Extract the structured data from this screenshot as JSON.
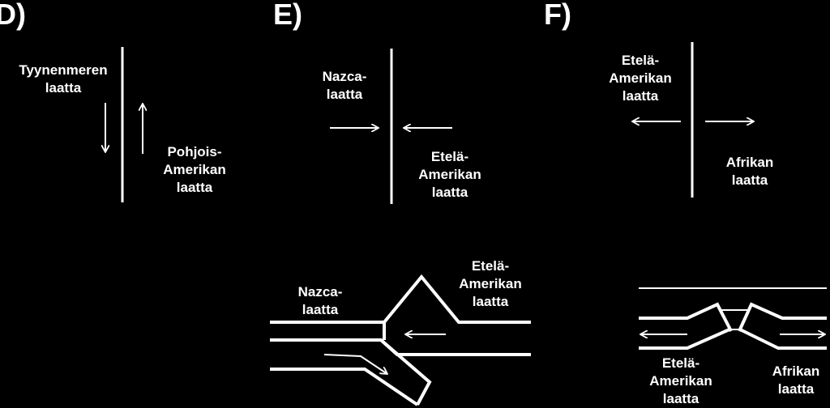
{
  "panels": {
    "d": {
      "letter": "D)",
      "left_plate": [
        "Tyynenmeren",
        "laatta"
      ],
      "right_plate": [
        "Pohjois-",
        "Amerikan",
        "laatta"
      ]
    },
    "e": {
      "letter": "E)",
      "left_plate": [
        "Nazca-",
        "laatta"
      ],
      "right_plate": [
        "Etelä-",
        "Amerikan",
        "laatta"
      ],
      "section_left_plate": [
        "Nazca-",
        "laatta"
      ],
      "section_right_plate": [
        "Etelä-",
        "Amerikan",
        "laatta"
      ]
    },
    "f": {
      "letter": "F)",
      "left_plate": [
        "Etelä-",
        "Amerikan",
        "laatta"
      ],
      "right_plate": [
        "Afrikan",
        "laatta"
      ],
      "section_left_plate": [
        "Etelä-",
        "Amerikan",
        "laatta"
      ],
      "section_right_plate": [
        "Afrikan",
        "laatta"
      ]
    }
  },
  "colors": {
    "background": "#000000",
    "foreground": "#ffffff"
  }
}
